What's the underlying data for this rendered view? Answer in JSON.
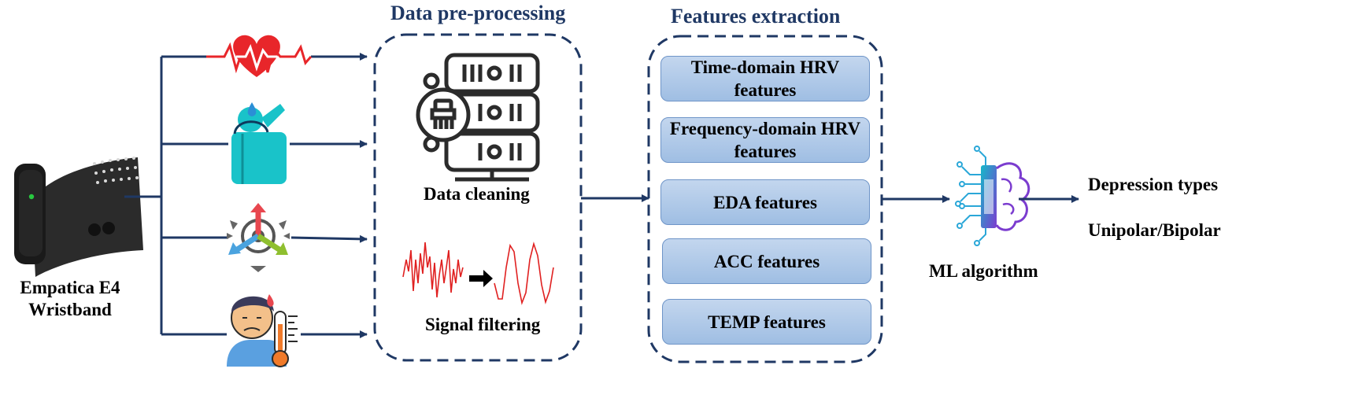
{
  "device": {
    "label_line1": "Empatica E4",
    "label_line2": "Wristband"
  },
  "preprocessing": {
    "title": "Data pre-processing",
    "cleaning_label": "Data cleaning",
    "filtering_label": "Signal filtering"
  },
  "features": {
    "title": "Features extraction",
    "items": [
      {
        "line1": "Time-domain HRV",
        "line2": "features"
      },
      {
        "line1": "Frequency-domain HRV",
        "line2": "features"
      },
      {
        "line1": "EDA features",
        "line2": ""
      },
      {
        "line1": "ACC features",
        "line2": ""
      },
      {
        "line1": "TEMP features",
        "line2": ""
      }
    ]
  },
  "ml": {
    "label": "ML algorithm"
  },
  "output": {
    "line1": "Depression types",
    "line2": "Unipolar/Bipolar"
  },
  "icons": {
    "heart": "heart-rate-icon",
    "sweat": "sweating-person-icon",
    "motion": "motion-accelerometer-icon",
    "temperature": "fever-thermometer-icon",
    "server": "database-cleaning-icon",
    "ai": "ai-brain-chip-icon"
  },
  "colors": {
    "arrow": "#1f3864",
    "title": "#1f3864",
    "box_fill": "#a9c4e6",
    "box_border": "#6f95c8",
    "signal": "#e02020"
  }
}
